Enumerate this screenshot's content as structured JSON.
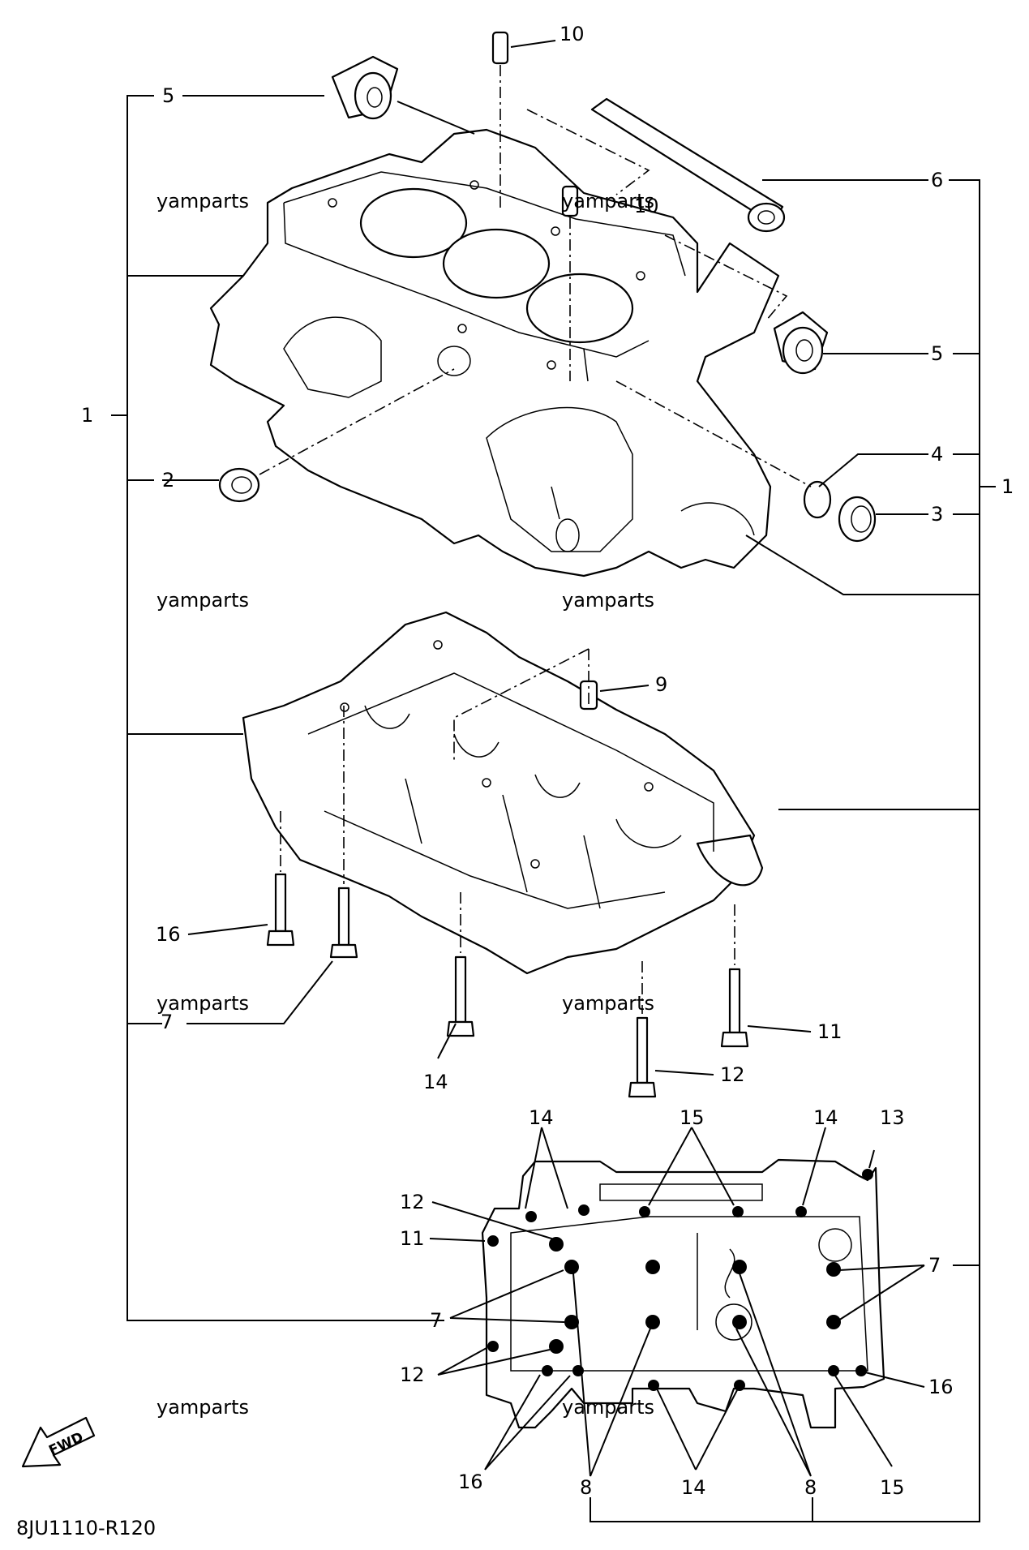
{
  "diagram": {
    "drawing_code": "8JU1110-R120",
    "direction_badge": "FWD",
    "watermark": "yamparts",
    "callouts": {
      "c1_left": "1",
      "c1_right": "1",
      "c2": "2",
      "c3": "3",
      "c4": "4",
      "c5_top": "5",
      "c5_right": "5",
      "c6": "6",
      "c7_left": "7",
      "c7_mid": "7",
      "c7_right": "7",
      "c8_a": "8",
      "c8_b": "8",
      "c9": "9",
      "c10_top": "10",
      "c10_mid": "10",
      "c11_a": "11",
      "c11_b": "11",
      "c12_a": "12",
      "c12_b": "12",
      "c12_c": "12",
      "c13": "13",
      "c14_a": "14",
      "c14_b": "14",
      "c14_c": "14",
      "c14_d": "14",
      "c15_a": "15",
      "c15_b": "15",
      "c16_a": "16",
      "c16_b": "16",
      "c16_c": "16"
    }
  }
}
